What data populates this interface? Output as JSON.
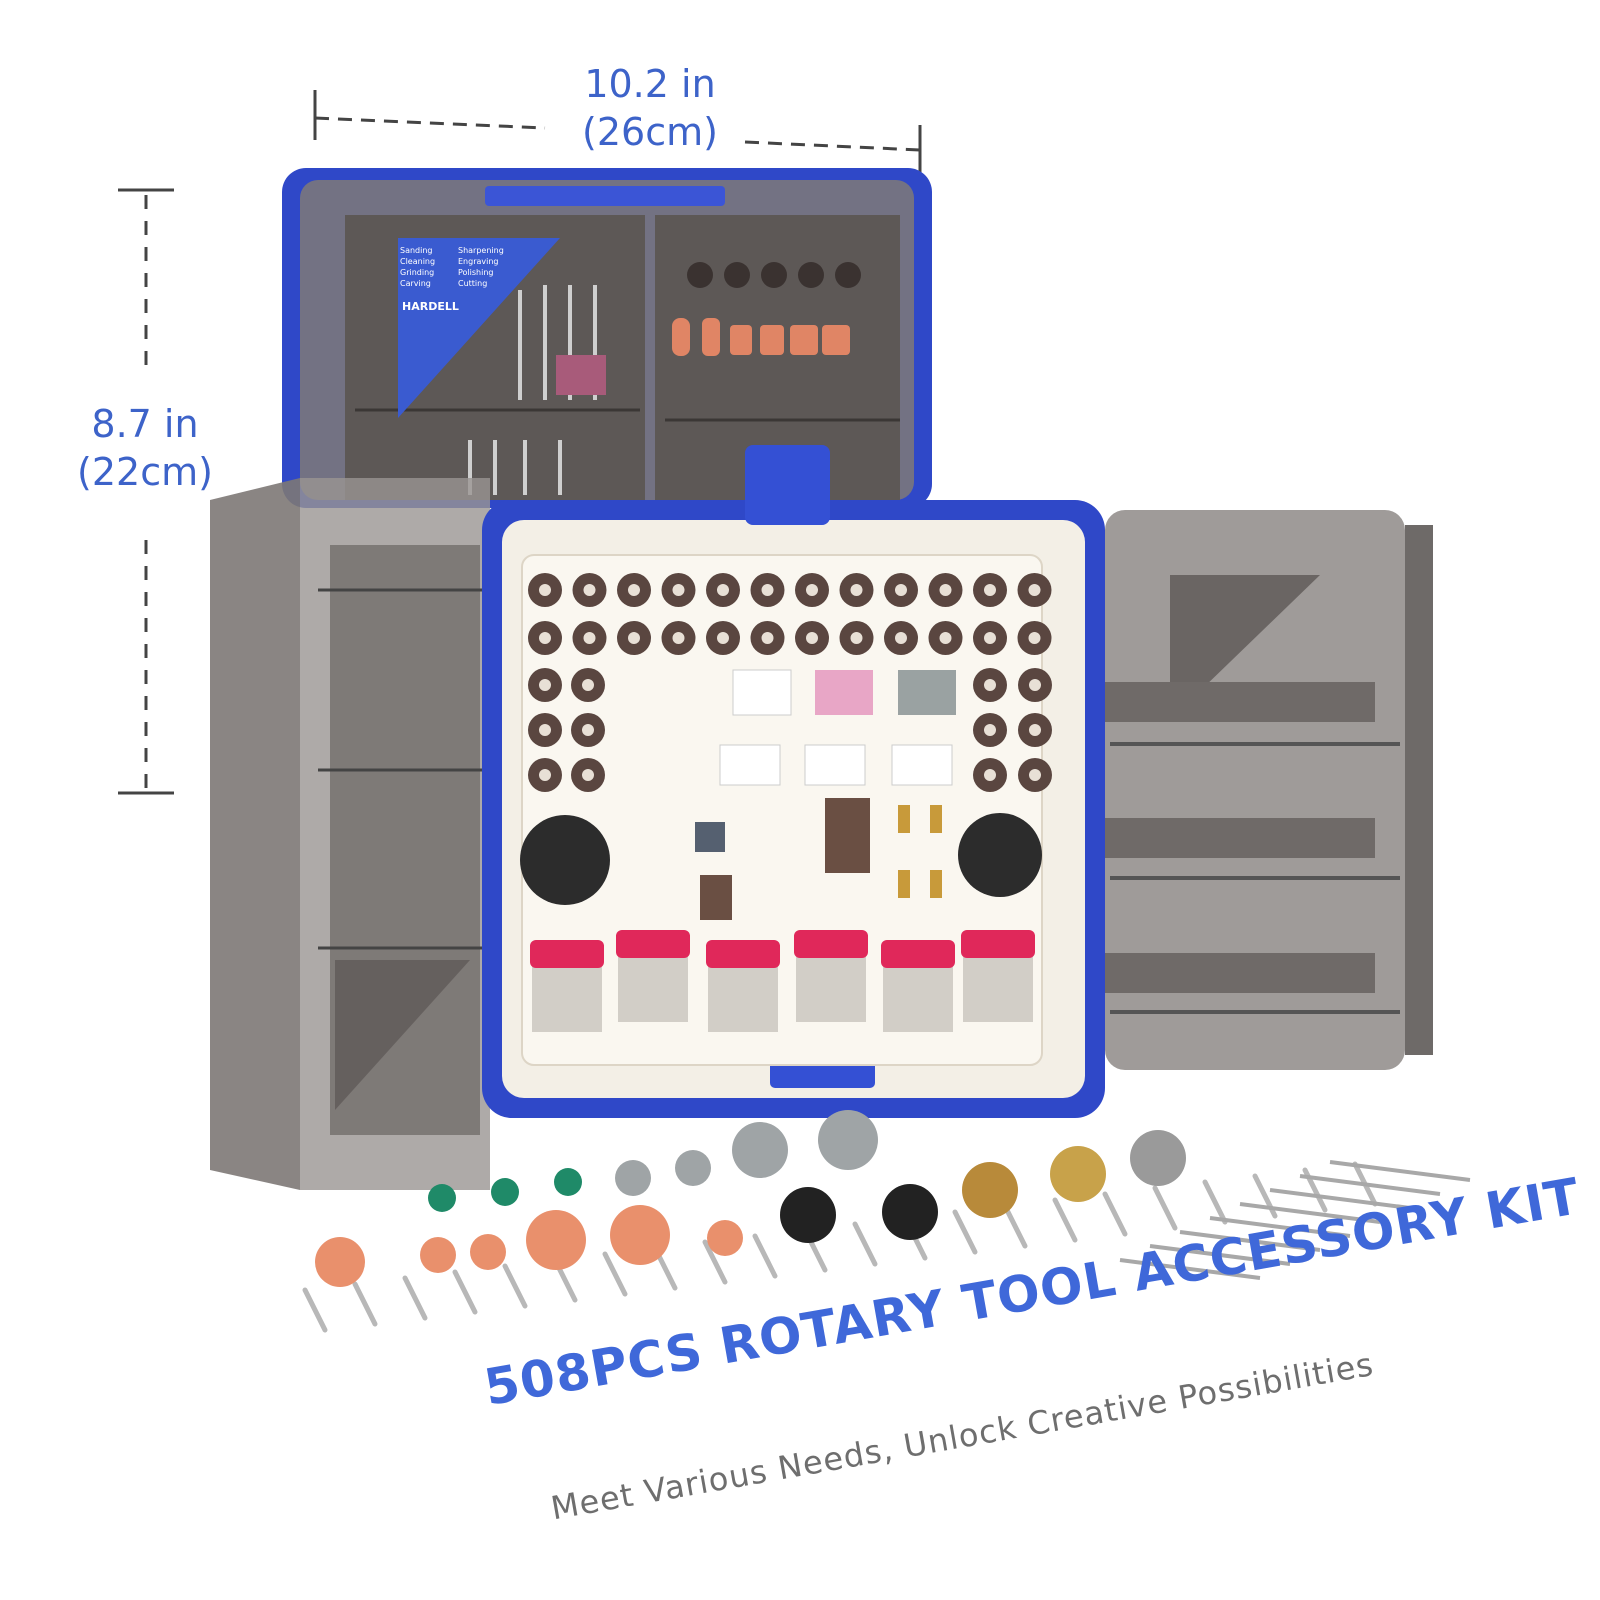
{
  "dimensions": {
    "width_in": "10.2 in",
    "width_cm": "(26cm)",
    "height_in": "8.7 in",
    "height_cm": "(22cm)"
  },
  "case_label": {
    "uses_left": [
      "Sanding",
      "Cleaning",
      "Grinding",
      "Carving"
    ],
    "uses_right": [
      "Sharpening",
      "Engraving",
      "Polishing",
      "Cutting"
    ],
    "brand": "HARDELL"
  },
  "headline": "508PCS ROTARY TOOL ACCESSORY KIT",
  "tagline": "Meet Various Needs, Unlock Creative Possibilities",
  "colors": {
    "accent_blue": "#3f68d9",
    "case_blue": "#2f48c8",
    "case_smoke": "#8a8480",
    "insert_cream": "#f3efe6"
  }
}
